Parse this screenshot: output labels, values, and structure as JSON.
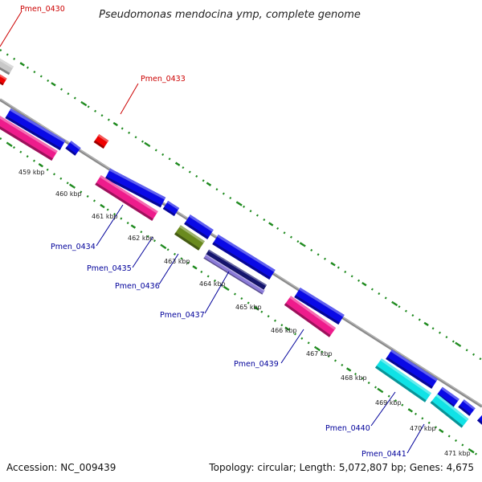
{
  "map": {
    "title": "Pseudomonas mendocina ymp, complete genome",
    "accession_text": "Accession: NC_009439",
    "summary_text": "Topology: circular; Length: 5,072,807 bp; Genes: 4,675"
  },
  "colors": {
    "backbone": "#888888",
    "dotted_ring": "#1e8a1e",
    "label_red": "#cc0000",
    "label_blue": "#00009a",
    "gene_blue": "#0a0ae6",
    "gene_pink": "#ee1c8c",
    "gene_red": "#ee0000",
    "gene_gray": "#c8c8c8",
    "gene_olive": "#6a8a1e",
    "gene_navy": "#14146e",
    "gene_lavender": "#8a7ad8",
    "gene_cyan": "#10e2e6"
  },
  "ticks": [
    "459 kbp",
    "460 kbp",
    "461 kbp",
    "462 kbp",
    "463 kbp",
    "464 kbp",
    "465 kbp",
    "466 kbp",
    "467 kbp",
    "468 kbp",
    "469 kbp",
    "470 kbp",
    "471 kbp"
  ],
  "gene_labels": [
    {
      "text": "Pmen_0430",
      "color": "red"
    },
    {
      "text": "Pmen_0433",
      "color": "red"
    },
    {
      "text": "Pmen_0434",
      "color": "blue"
    },
    {
      "text": "Pmen_0435",
      "color": "blue"
    },
    {
      "text": "Pmen_0436",
      "color": "blue"
    },
    {
      "text": "Pmen_0437",
      "color": "blue"
    },
    {
      "text": "Pmen_0439",
      "color": "blue"
    },
    {
      "text": "Pmen_0440",
      "color": "blue"
    },
    {
      "text": "Pmen_0441",
      "color": "blue"
    }
  ],
  "genes": [
    {
      "color": "gray"
    },
    {
      "color": "red"
    },
    {
      "color": "blue"
    },
    {
      "color": "pink"
    },
    {
      "color": "blue"
    },
    {
      "color": "red"
    },
    {
      "color": "blue"
    },
    {
      "color": "pink"
    },
    {
      "color": "blue"
    },
    {
      "color": "blue"
    },
    {
      "color": "olive"
    },
    {
      "color": "blue"
    },
    {
      "color": "navy"
    },
    {
      "color": "lavender"
    },
    {
      "color": "blue"
    },
    {
      "color": "pink"
    },
    {
      "color": "blue"
    },
    {
      "color": "cyan"
    },
    {
      "color": "blue"
    },
    {
      "color": "cyan"
    },
    {
      "color": "blue"
    },
    {
      "color": "blue"
    }
  ]
}
